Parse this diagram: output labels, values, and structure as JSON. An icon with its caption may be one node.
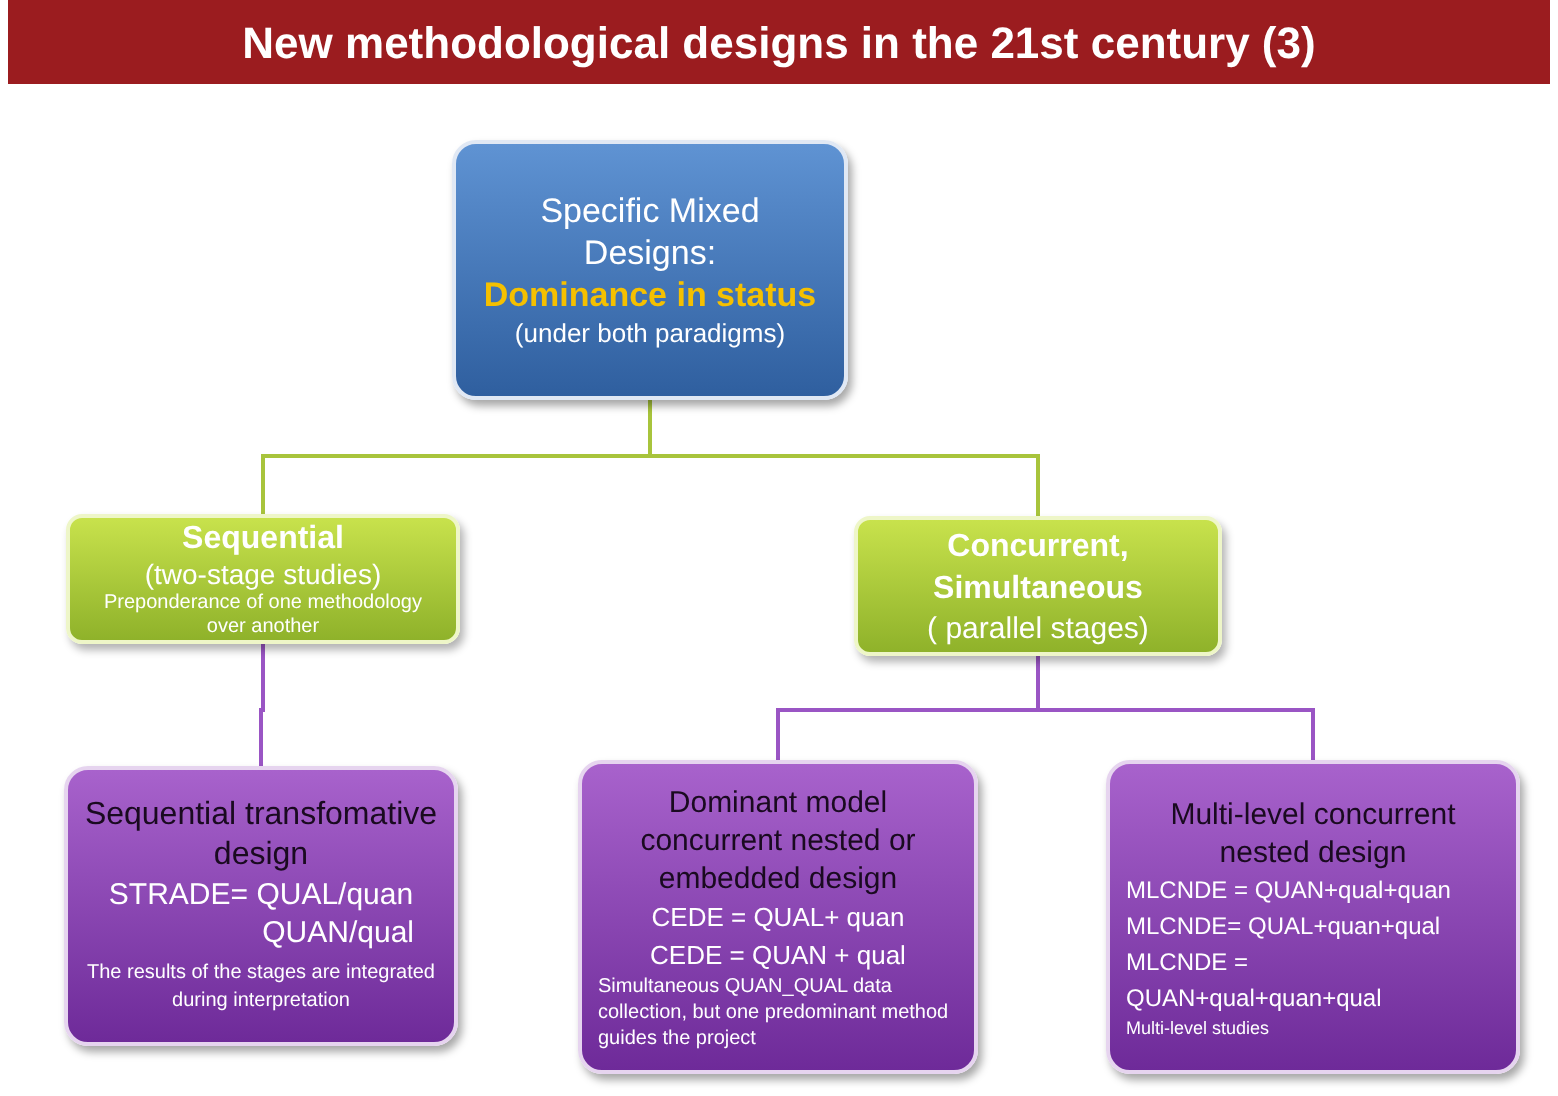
{
  "diagram": {
    "title": "New methodological designs in the 21st century (3)",
    "nodes": [
      {
        "text": [
          "Specific Mixed Designs:",
          "Dominance in status",
          "(under both paradigms)"
        ]
      },
      {
        "text": [
          "Sequential",
          "(two-stage studies)",
          "Preponderance of one methodology over another"
        ]
      },
      {
        "text": [
          "Concurrent, Simultaneous",
          "( parallel stages)"
        ]
      },
      {
        "text": [
          "Sequential transfomative design",
          "STRADE= QUAL/quan",
          "QUAN/qual",
          "The results of the stages are integrated during interpretation"
        ]
      },
      {
        "text": [
          "Dominant model concurrent nested or embedded design",
          "CEDE = QUAL+ quan",
          "CEDE = QUAN + qual",
          "Simultaneous QUAN_QUAL data collection, but one predominant method guides the project"
        ]
      },
      {
        "text": [
          "Multi-level concurrent nested design",
          "MLCNDE = QUAN+qual+quan",
          "MLCNDE= QUAL+quan+qual",
          "MLCNDE = QUAN+qual+quan+qual",
          "Multi-level studies"
        ]
      }
    ],
    "edges": [
      {
        "from": 0,
        "to": 1,
        "arrow": "none",
        "color": "#a8c43c"
      },
      {
        "from": 0,
        "to": 2,
        "arrow": "none",
        "color": "#a8c43c"
      },
      {
        "from": 1,
        "to": 3,
        "arrow": "none"
      },
      {
        "from": 2,
        "to": 4,
        "arrow": "none"
      },
      {
        "from": 2,
        "to": 5,
        "arrow": "none"
      }
    ]
  }
}
